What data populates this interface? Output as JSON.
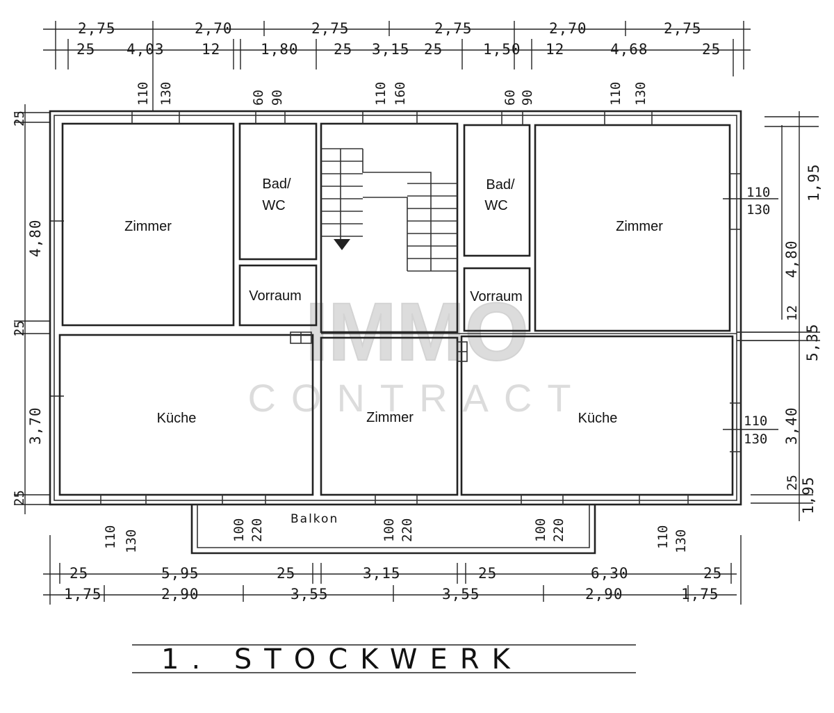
{
  "rooms": {
    "zimmer_left": "Zimmer",
    "bad_left_1": "Bad/",
    "bad_left_2": "WC",
    "vorraum_left": "Vorraum",
    "kueche_left": "Küche",
    "zimmer_middle": "Zimmer",
    "bad_right_1": "Bad/",
    "bad_right_2": "WC",
    "vorraum_right": "Vorraum",
    "zimmer_right": "Zimmer",
    "kueche_right": "Küche"
  },
  "balcony_label": "Balkon",
  "title": "1. STOCKWERK",
  "watermark": {
    "line1": "IMMO",
    "line2": "CONTRACT"
  },
  "top_dims_row1": [
    "2,75",
    "2,70",
    "2,75",
    "2,75",
    "2,70",
    "2,75"
  ],
  "top_dims_row2": [
    "25",
    "4,03",
    "12",
    "1,80",
    "25",
    "3,15",
    "25",
    "1,50",
    "12",
    "4,68",
    "25"
  ],
  "top_windows": [
    {
      "w": "110",
      "h": "130"
    },
    {
      "w": "60",
      "h": "90"
    },
    {
      "w": "110",
      "h": "160"
    },
    {
      "w": "60",
      "h": "90"
    },
    {
      "w": "110",
      "h": "130"
    }
  ],
  "bottom_windows": [
    {
      "w": "110",
      "h": "130"
    },
    {
      "w": "100",
      "h": "220"
    },
    {
      "w": "100",
      "h": "220"
    },
    {
      "w": "100",
      "h": "220"
    },
    {
      "w": "110",
      "h": "130"
    }
  ],
  "bottom_dims_row1": [
    "25",
    "5,95",
    "25",
    "3,15",
    "25",
    "6,30",
    "25"
  ],
  "bottom_dims_row2": [
    "1,75",
    "2,90",
    "3,55",
    "3,55",
    "2,90",
    "1,75"
  ],
  "left_dims": [
    "25",
    "4,80",
    "25",
    "3,70",
    "25"
  ],
  "right_dims": [
    "1,95",
    "4,80",
    "12",
    "5,35",
    "3,40",
    "25",
    "1,95"
  ],
  "right_windows": [
    {
      "w": "110",
      "h": "130"
    },
    {
      "w": "110",
      "h": "130"
    }
  ]
}
